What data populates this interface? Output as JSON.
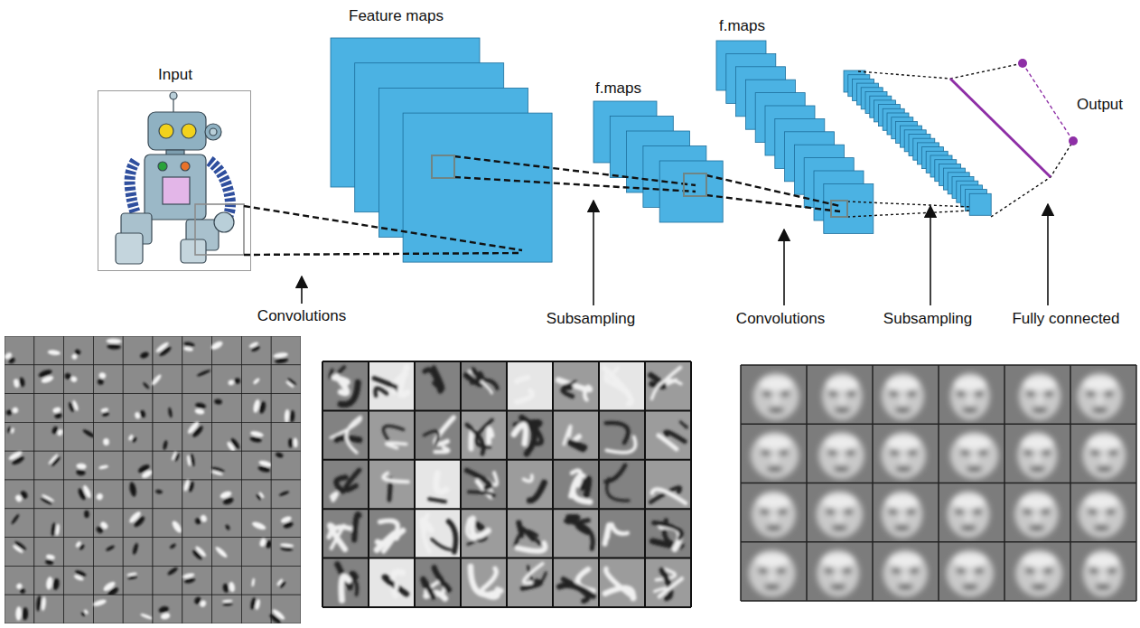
{
  "diagram": {
    "nodes": [
      {
        "text": [
          "Input"
        ]
      },
      {
        "text": [
          "Feature maps"
        ]
      },
      {
        "text": [
          "f.maps"
        ]
      },
      {
        "text": [
          "f.maps"
        ]
      }
    ],
    "labels": [
      "Output",
      "Convolutions",
      "Subsampling",
      "Convolutions",
      "Subsampling",
      "Fully connected"
    ]
  }
}
